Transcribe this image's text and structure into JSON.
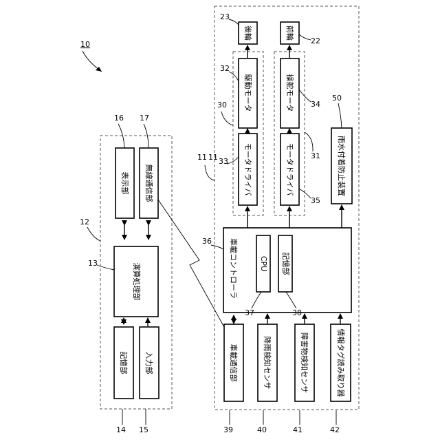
{
  "figure": {
    "ref_system": "10",
    "ref_vehicle": "11",
    "ref_terminal": "12",
    "ref_drive_unit_rear": "30",
    "ref_drive_unit_front": "31"
  },
  "terminal": {
    "processing": {
      "label": "演算処理部",
      "ref": "13"
    },
    "storage": {
      "label": "記憶部",
      "ref": "14"
    },
    "input": {
      "label": "入力部",
      "ref": "15"
    },
    "display": {
      "label": "表示部",
      "ref": "16"
    },
    "wireless": {
      "label": "無線通信部",
      "ref": "17"
    }
  },
  "vehicle": {
    "rear_wheel": {
      "label": "後輪",
      "ref": "23"
    },
    "front_wheel": {
      "label": "前輪",
      "ref": "22"
    },
    "drive_motor": {
      "label": "駆動モータ",
      "ref": "32"
    },
    "steer_motor": {
      "label": "操舵モータ",
      "ref": "34"
    },
    "motor_driver_a": {
      "label": "モータドライバ",
      "ref": "33"
    },
    "motor_driver_b": {
      "label": "モータドライバ",
      "ref": "35"
    },
    "rain_guard": {
      "label": "雨水付着防止装置",
      "ref": "50"
    },
    "controller": {
      "label": "車載コントローラ",
      "ref": "36"
    },
    "cpu": {
      "label": "CPU",
      "ref": "37"
    },
    "memory": {
      "label": "記憶部",
      "ref": "38"
    },
    "comm": {
      "label": "車載通信部",
      "ref": "39"
    },
    "rain_sensor": {
      "label": "降雨検知センサ",
      "ref": "40"
    },
    "obstacle_sensor": {
      "label": "障害物検知センサ",
      "ref": "41"
    },
    "tag_reader": {
      "label": "情報タグ読み取り器",
      "ref": "42"
    }
  }
}
